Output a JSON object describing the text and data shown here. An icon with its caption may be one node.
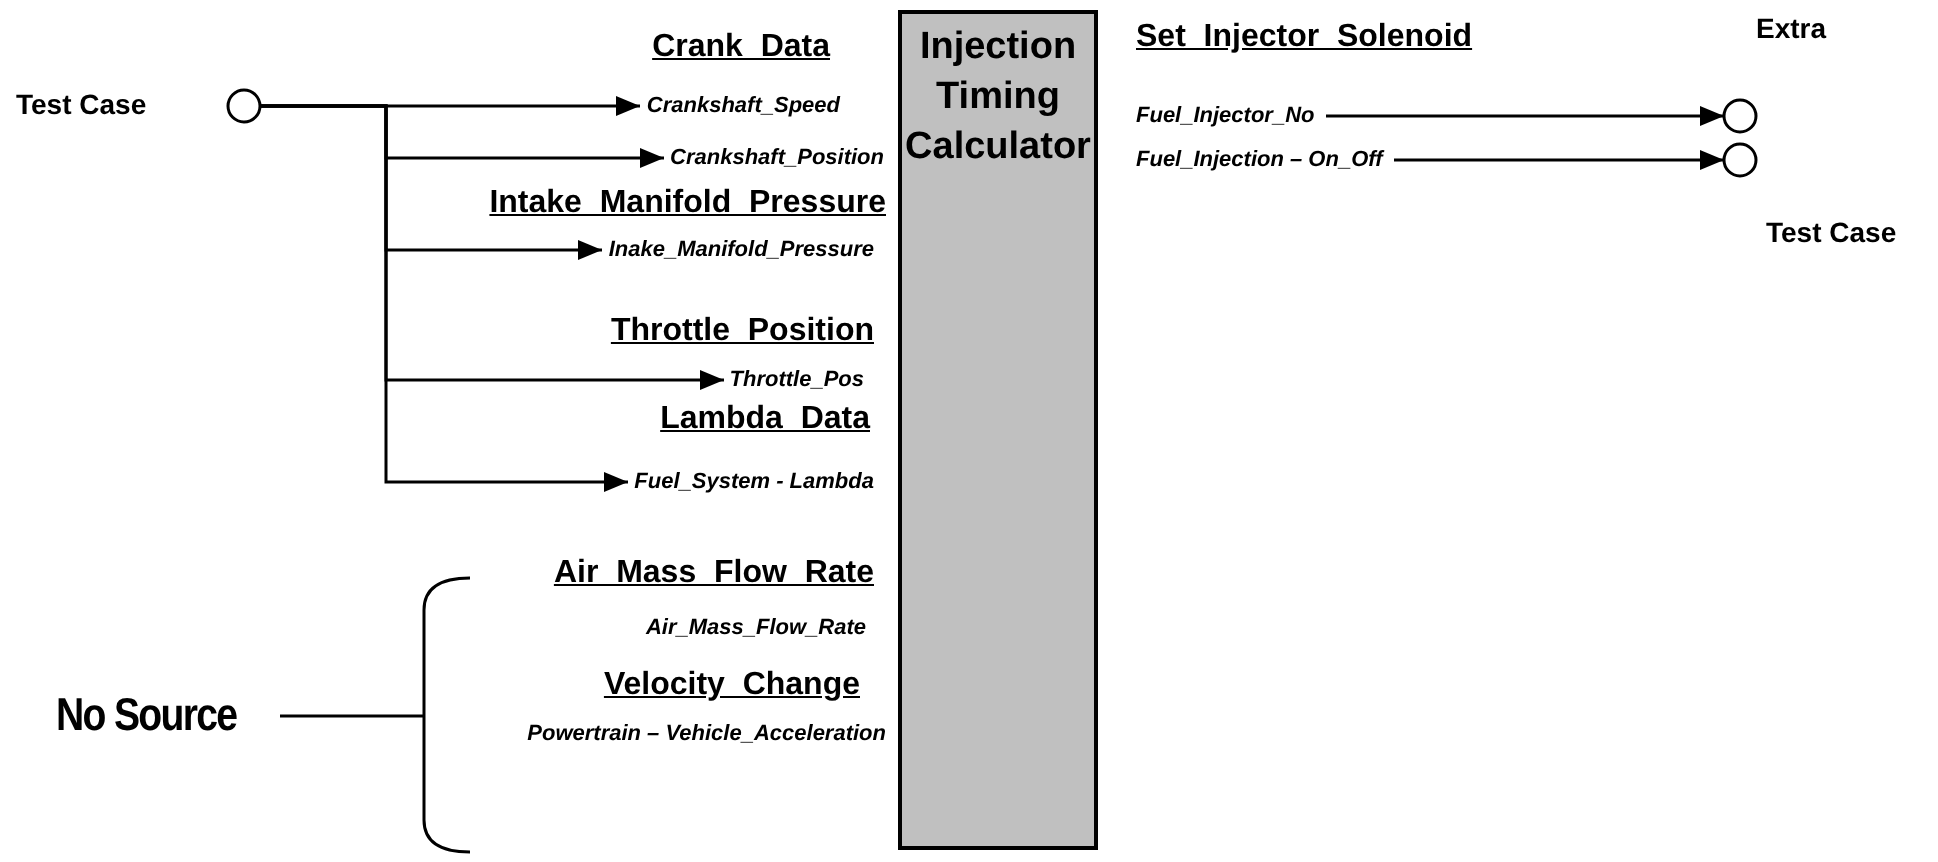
{
  "diagram": {
    "nodes": [
      {
        "text": [
          "Test Case"
        ]
      },
      {
        "text": [
          "Crankshaft_Speed"
        ]
      },
      {
        "text": [
          "Crankshaft_Position"
        ]
      },
      {
        "text": [
          "Inake_Manifold_Pressure"
        ]
      },
      {
        "text": [
          "Throttle_Pos"
        ]
      },
      {
        "text": [
          "Fuel_System - Lambda"
        ]
      },
      {
        "text": [
          "Injection Timing Calculator"
        ]
      },
      {
        "text": [
          "Fuel_Injector_No"
        ]
      },
      {
        "text": [
          "Fuel_Injection – On_Off"
        ]
      },
      {
        "text": [
          "Extra"
        ]
      },
      {
        "text": [
          "Test Case"
        ]
      }
    ],
    "edges": [
      {
        "from": 0,
        "to": 1,
        "arrow": "to"
      },
      {
        "from": 0,
        "to": 2,
        "arrow": "to"
      },
      {
        "from": 0,
        "to": 3,
        "arrow": "to"
      },
      {
        "from": 0,
        "to": 4,
        "arrow": "to"
      },
      {
        "from": 0,
        "to": 5,
        "arrow": "to"
      },
      {
        "from": 7,
        "to": 9,
        "arrow": "to"
      },
      {
        "from": 8,
        "to": 10,
        "arrow": "to"
      }
    ],
    "labels": [
      "Crank_Data",
      "Intake_Manifold_Pressure",
      "Throttle_Position",
      "Lambda_Data",
      "Air_Mass_Flow_Rate",
      "Air_Mass_Flow_Rate",
      "No Source",
      "Velocity_Change",
      "Powertrain – Vehicle_Acceleration",
      "Set_Injector_Solenoid"
    ]
  }
}
